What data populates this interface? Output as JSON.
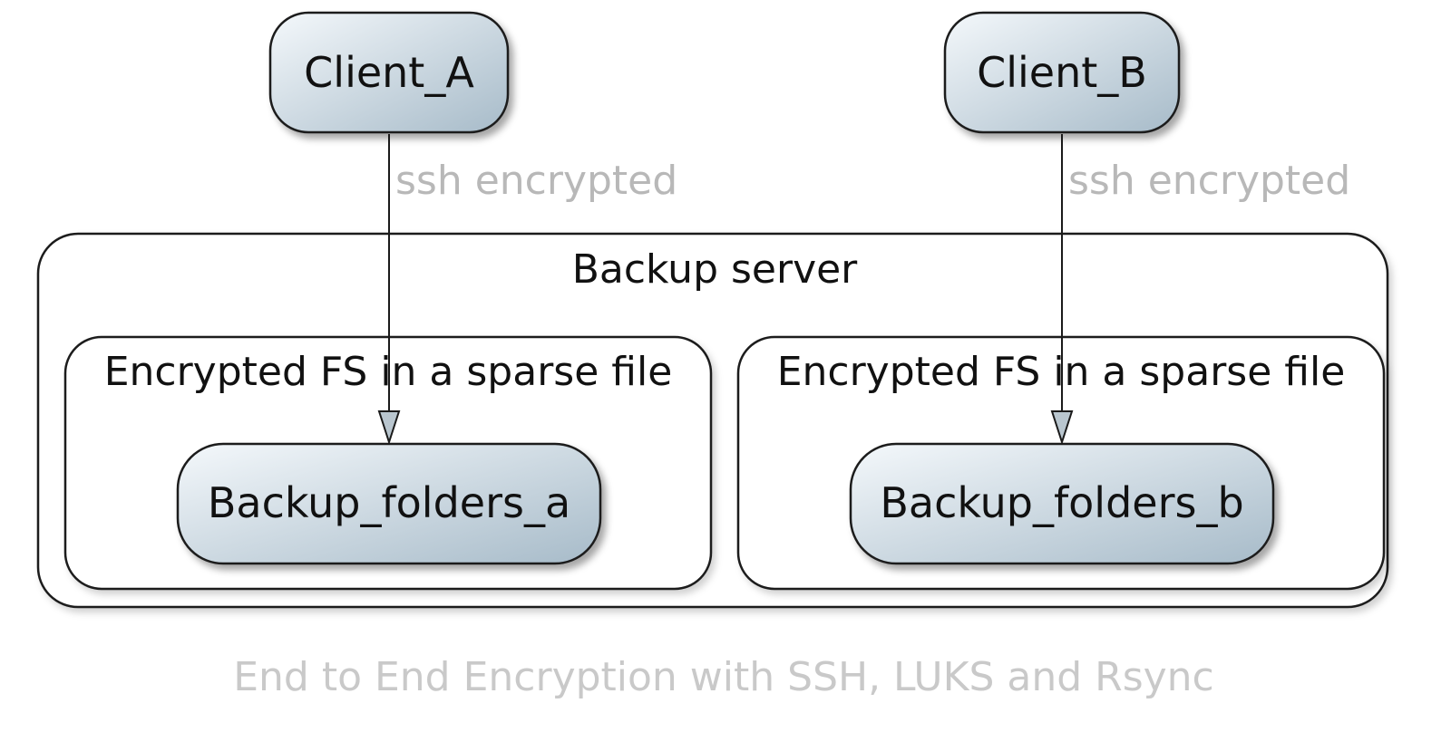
{
  "diagram": {
    "nodes": {
      "client_a": "Client_A",
      "client_b": "Client_B",
      "backup_folders_a": "Backup_folders_a",
      "backup_folders_b": "Backup_folders_b"
    },
    "containers": {
      "backup_server": "Backup server",
      "encrypted_fs_left": "Encrypted FS in a sparse file",
      "encrypted_fs_right": "Encrypted FS in a sparse file"
    },
    "edges": [
      {
        "from": "Client_A",
        "to": "Backup_folders_a",
        "label": "ssh encrypted"
      },
      {
        "from": "Client_B",
        "to": "Backup_folders_b",
        "label": "ssh encrypted"
      }
    ],
    "caption": "End to End Encryption with SSH, LUKS and Rsync",
    "colors": {
      "node_fill_top": "#f2f6f9",
      "node_fill_bottom": "#a9bcca",
      "node_border": "#1a1a1a",
      "edge_label": "#b8b8b8",
      "caption": "#c9c9c9"
    }
  }
}
